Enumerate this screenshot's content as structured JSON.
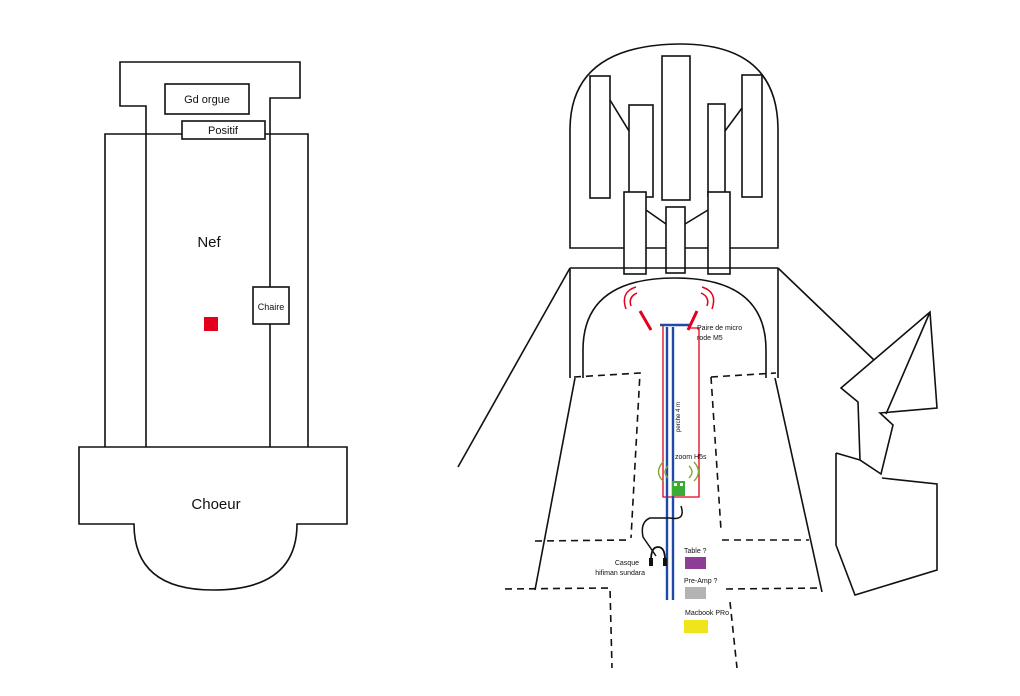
{
  "plan": {
    "labels": {
      "organ": "Gd orgue",
      "positif": "Positif",
      "nave": "Nef",
      "pulpit": "Chaire",
      "choir": "Choeur"
    }
  },
  "setup": {
    "labels": {
      "mics": "Paire de micro",
      "mics_line2": "rode M5",
      "boom": "perche 4 m",
      "recorder": "zoom H5s",
      "headphones": "Casque",
      "headphones_line2": "hifiman sundara",
      "table": "Table ?",
      "preamp": "Pre-Amp ?",
      "laptop": "Macbook PRo"
    }
  },
  "colors": {
    "listening_position": "#e3001b",
    "microphones": "#e3001b",
    "boom_pole": "#1f4aa8",
    "recorder": "#3aab34",
    "signal_arcs_green": "#7fa832",
    "table": "#8e3d96",
    "preamp": "#b3b3b3",
    "laptop": "#f0e51c",
    "outline": "#111111"
  },
  "icons": [
    "microphone-icon",
    "headphones-icon",
    "recorder-icon"
  ]
}
